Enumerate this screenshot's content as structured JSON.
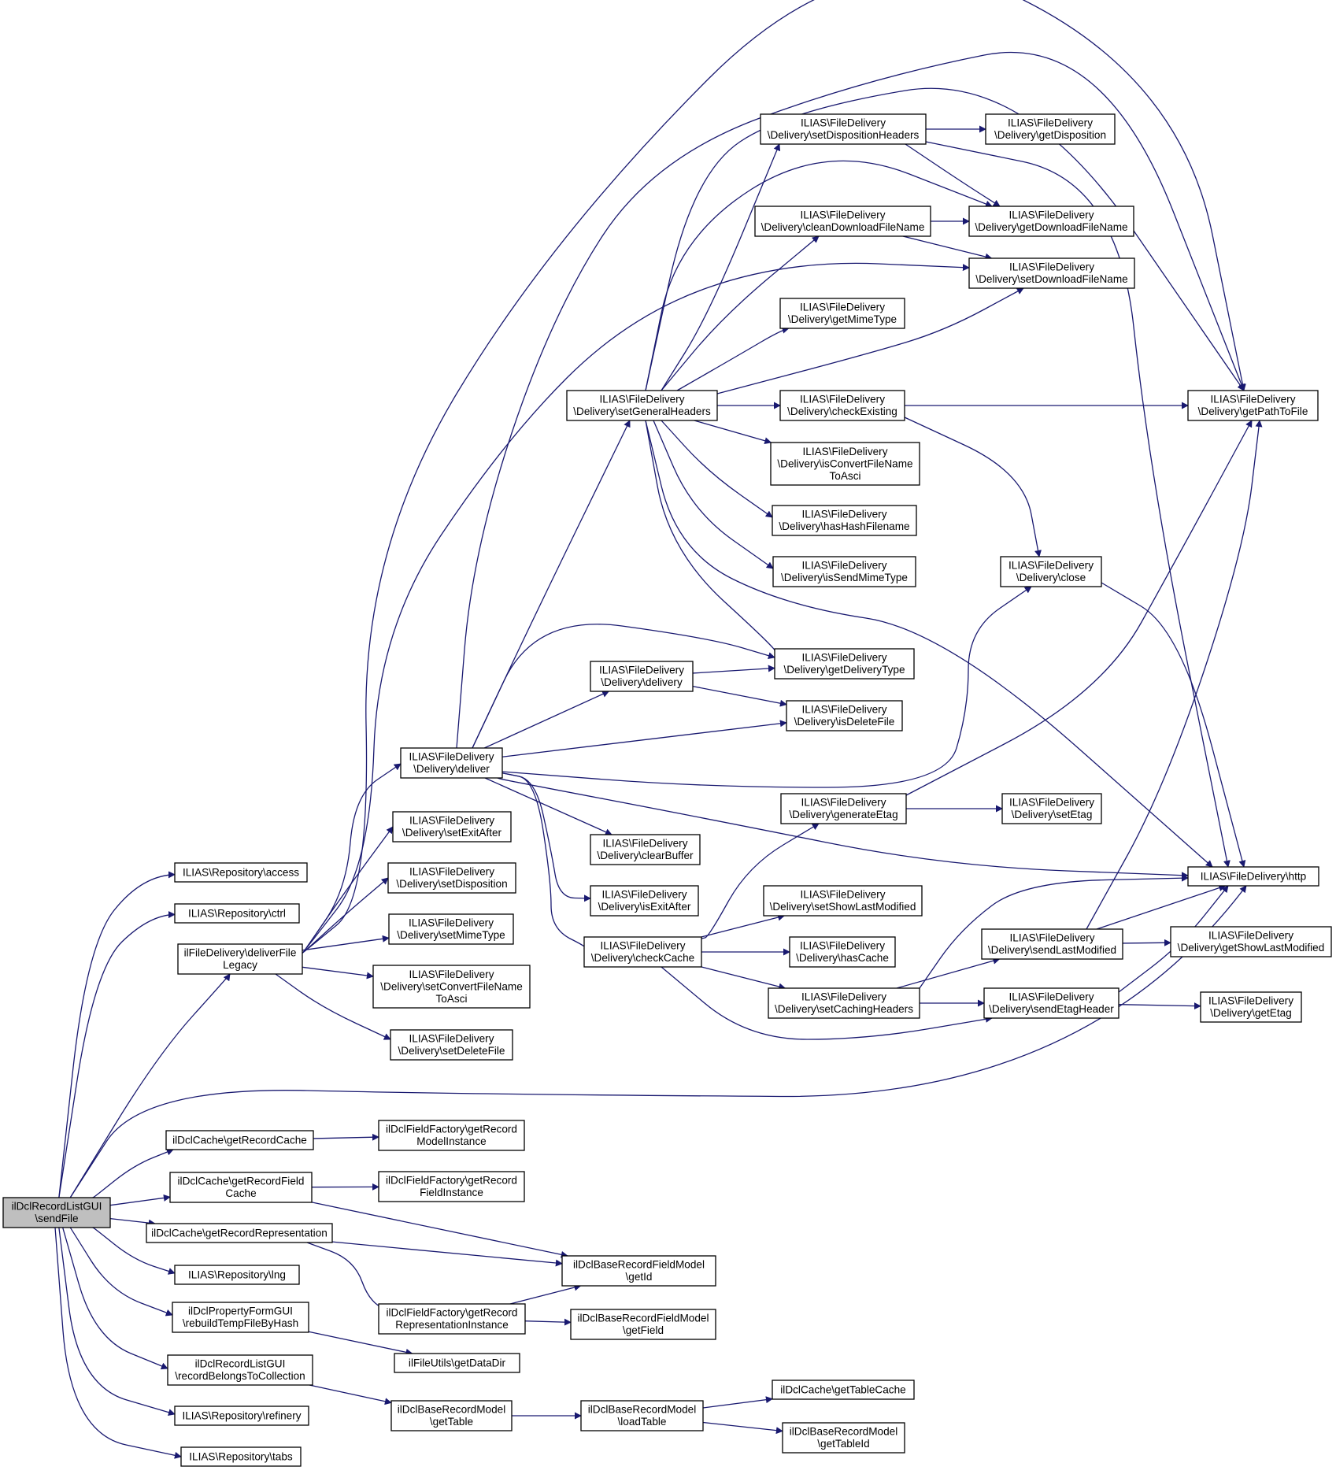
{
  "graph": {
    "edge_color": "#191970",
    "root_fill": "#bfbfbf",
    "nodes": [
      {
        "id": "root",
        "lines": [
          "ilDclRecordListGUI",
          "\\sendFile"
        ]
      },
      {
        "id": "n_access",
        "lines": [
          "ILIAS\\Repository\\access"
        ]
      },
      {
        "id": "n_ctrl",
        "lines": [
          "ILIAS\\Repository\\ctrl"
        ]
      },
      {
        "id": "n_deliverFileLegacy",
        "lines": [
          "ilFileDelivery\\deliverFile",
          "Legacy"
        ]
      },
      {
        "id": "n_http",
        "lines": [
          "ILIAS\\FileDelivery\\http"
        ]
      },
      {
        "id": "n_getRecordCache",
        "lines": [
          "ilDclCache\\getRecordCache"
        ]
      },
      {
        "id": "n_getRecordFieldCache",
        "lines": [
          "ilDclCache\\getRecordField",
          "Cache"
        ]
      },
      {
        "id": "n_getRecordRepresentation",
        "lines": [
          "ilDclCache\\getRecordRepresentation"
        ]
      },
      {
        "id": "n_lng",
        "lines": [
          "ILIAS\\Repository\\lng"
        ]
      },
      {
        "id": "n_rebuildTempFileByHash",
        "lines": [
          "ilDclPropertyFormGUI",
          "\\rebuildTempFileByHash"
        ]
      },
      {
        "id": "n_recordBelongsToCollection",
        "lines": [
          "ilDclRecordListGUI",
          "\\recordBelongsToCollection"
        ]
      },
      {
        "id": "n_refinery",
        "lines": [
          "ILIAS\\Repository\\refinery"
        ]
      },
      {
        "id": "n_tabs",
        "lines": [
          "ILIAS\\Repository\\tabs"
        ]
      },
      {
        "id": "n_deliver",
        "lines": [
          "ILIAS\\FileDelivery",
          "\\Delivery\\deliver"
        ]
      },
      {
        "id": "n_setExitAfter",
        "lines": [
          "ILIAS\\FileDelivery",
          "\\Delivery\\setExitAfter"
        ]
      },
      {
        "id": "n_setDisposition",
        "lines": [
          "ILIAS\\FileDelivery",
          "\\Delivery\\setDisposition"
        ]
      },
      {
        "id": "n_setMimeType",
        "lines": [
          "ILIAS\\FileDelivery",
          "\\Delivery\\setMimeType"
        ]
      },
      {
        "id": "n_setConvertFileNameToAsci",
        "lines": [
          "ILIAS\\FileDelivery",
          "\\Delivery\\setConvertFileName",
          "ToAsci"
        ]
      },
      {
        "id": "n_setDeleteFile",
        "lines": [
          "ILIAS\\FileDelivery",
          "\\Delivery\\setDeleteFile"
        ]
      },
      {
        "id": "n_getPathToFile",
        "lines": [
          "ILIAS\\FileDelivery",
          "\\Delivery\\getPathToFile"
        ]
      },
      {
        "id": "n_setGeneralHeaders",
        "lines": [
          "ILIAS\\FileDelivery",
          "\\Delivery\\setGeneralHeaders"
        ]
      },
      {
        "id": "n_setDispositionHeaders",
        "lines": [
          "ILIAS\\FileDelivery",
          "\\Delivery\\setDispositionHeaders"
        ]
      },
      {
        "id": "n_getDisposition",
        "lines": [
          "ILIAS\\FileDelivery",
          "\\Delivery\\getDisposition"
        ]
      },
      {
        "id": "n_getDownloadFileName",
        "lines": [
          "ILIAS\\FileDelivery",
          "\\Delivery\\getDownloadFileName"
        ]
      },
      {
        "id": "n_cleanDownloadFileName",
        "lines": [
          "ILIAS\\FileDelivery",
          "\\Delivery\\cleanDownloadFileName"
        ]
      },
      {
        "id": "n_setDownloadFileName",
        "lines": [
          "ILIAS\\FileDelivery",
          "\\Delivery\\setDownloadFileName"
        ]
      },
      {
        "id": "n_getMimeType",
        "lines": [
          "ILIAS\\FileDelivery",
          "\\Delivery\\getMimeType"
        ]
      },
      {
        "id": "n_checkExisting",
        "lines": [
          "ILIAS\\FileDelivery",
          "\\Delivery\\checkExisting"
        ]
      },
      {
        "id": "n_isConvertFileNameToAsci",
        "lines": [
          "ILIAS\\FileDelivery",
          "\\Delivery\\isConvertFileName",
          "ToAsci"
        ]
      },
      {
        "id": "n_hasHashFilename",
        "lines": [
          "ILIAS\\FileDelivery",
          "\\Delivery\\hasHashFilename"
        ]
      },
      {
        "id": "n_isSendMimeType",
        "lines": [
          "ILIAS\\FileDelivery",
          "\\Delivery\\isSendMimeType"
        ]
      },
      {
        "id": "n_close",
        "lines": [
          "ILIAS\\FileDelivery",
          "\\Delivery\\close"
        ]
      },
      {
        "id": "n_getDeliveryType",
        "lines": [
          "ILIAS\\FileDelivery",
          "\\Delivery\\getDeliveryType"
        ]
      },
      {
        "id": "n_delivery",
        "lines": [
          "ILIAS\\FileDelivery",
          "\\Delivery\\delivery"
        ]
      },
      {
        "id": "n_isDeleteFile",
        "lines": [
          "ILIAS\\FileDelivery",
          "\\Delivery\\isDeleteFile"
        ]
      },
      {
        "id": "n_clearBuffer",
        "lines": [
          "ILIAS\\FileDelivery",
          "\\Delivery\\clearBuffer"
        ]
      },
      {
        "id": "n_isExitAfter",
        "lines": [
          "ILIAS\\FileDelivery",
          "\\Delivery\\isExitAfter"
        ]
      },
      {
        "id": "n_checkCache",
        "lines": [
          "ILIAS\\FileDelivery",
          "\\Delivery\\checkCache"
        ]
      },
      {
        "id": "n_generateEtag",
        "lines": [
          "ILIAS\\FileDelivery",
          "\\Delivery\\generateEtag"
        ]
      },
      {
        "id": "n_setEtag",
        "lines": [
          "ILIAS\\FileDelivery",
          "\\Delivery\\setEtag"
        ]
      },
      {
        "id": "n_setShowLastModified",
        "lines": [
          "ILIAS\\FileDelivery",
          "\\Delivery\\setShowLastModified"
        ]
      },
      {
        "id": "n_hasCache",
        "lines": [
          "ILIAS\\FileDelivery",
          "\\Delivery\\hasCache"
        ]
      },
      {
        "id": "n_setCachingHeaders",
        "lines": [
          "ILIAS\\FileDelivery",
          "\\Delivery\\setCachingHeaders"
        ]
      },
      {
        "id": "n_sendLastModified",
        "lines": [
          "ILIAS\\FileDelivery",
          "\\Delivery\\sendLastModified"
        ]
      },
      {
        "id": "n_getShowLastModified",
        "lines": [
          "ILIAS\\FileDelivery",
          "\\Delivery\\getShowLastModified"
        ]
      },
      {
        "id": "n_sendEtagHeader",
        "lines": [
          "ILIAS\\FileDelivery",
          "\\Delivery\\sendEtagHeader"
        ]
      },
      {
        "id": "n_getEtag",
        "lines": [
          "ILIAS\\FileDelivery",
          "\\Delivery\\getEtag"
        ]
      },
      {
        "id": "n_getRecordModelInstance",
        "lines": [
          "ilDclFieldFactory\\getRecord",
          "ModelInstance"
        ]
      },
      {
        "id": "n_getRecordFieldInstance",
        "lines": [
          "ilDclFieldFactory\\getRecord",
          "FieldInstance"
        ]
      },
      {
        "id": "n_getId",
        "lines": [
          "ilDclBaseRecordFieldModel",
          "\\getId"
        ]
      },
      {
        "id": "n_getRecordRepresentationInstance",
        "lines": [
          "ilDclFieldFactory\\getRecord",
          "RepresentationInstance"
        ]
      },
      {
        "id": "n_getField",
        "lines": [
          "ilDclBaseRecordFieldModel",
          "\\getField"
        ]
      },
      {
        "id": "n_getDataDir",
        "lines": [
          "ilFileUtils\\getDataDir"
        ]
      },
      {
        "id": "n_getTable",
        "lines": [
          "ilDclBaseRecordModel",
          "\\getTable"
        ]
      },
      {
        "id": "n_loadTable",
        "lines": [
          "ilDclBaseRecordModel",
          "\\loadTable"
        ]
      },
      {
        "id": "n_getTableCache",
        "lines": [
          "ilDclCache\\getTableCache"
        ]
      },
      {
        "id": "n_getTableId",
        "lines": [
          "ilDclBaseRecordModel",
          "\\getTableId"
        ]
      }
    ]
  }
}
